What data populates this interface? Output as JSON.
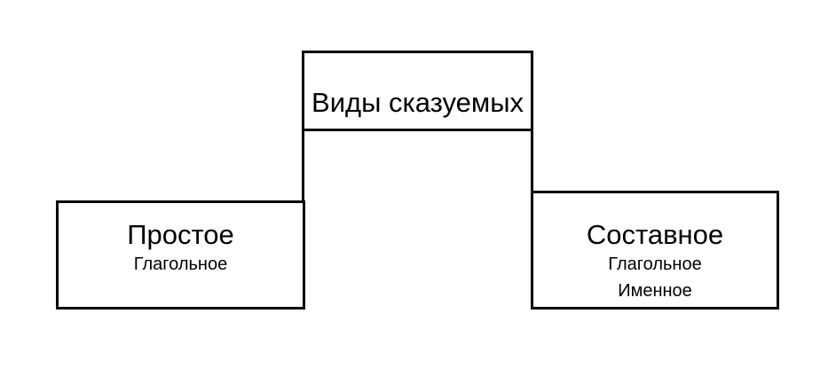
{
  "diagram": {
    "root": {
      "label": "Виды сказуемых"
    },
    "children": [
      {
        "title": "Простое",
        "items": [
          "Глагольное"
        ]
      },
      {
        "title": "Составное",
        "items": [
          "Глагольное",
          "Именное"
        ]
      }
    ]
  },
  "colors": {
    "background": "#ffffff",
    "border": "#000000",
    "text": "#000000"
  }
}
